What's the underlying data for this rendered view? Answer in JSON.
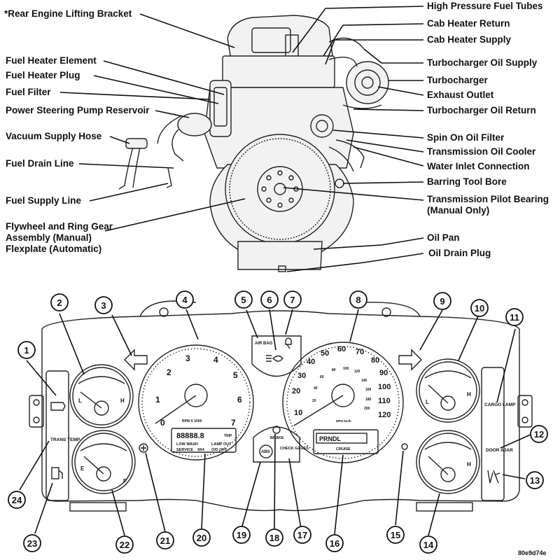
{
  "engine_labels": {
    "rear_engine_lifting_bracket": "*Rear Engine Lifting Bracket",
    "high_pressure_fuel_tubes": "High Pressure Fuel Tubes",
    "cab_heater_return": "Cab Heater Return",
    "cab_heater_supply": "Cab Heater Supply",
    "fuel_heater_element": "Fuel Heater Element",
    "turbocharger_oil_supply": "Turbocharger Oil Supply",
    "fuel_heater_plug": "Fuel Heater Plug",
    "turbocharger": "Turbocharger",
    "fuel_filter": "Fuel Filter",
    "exhaust_outlet": "Exhaust Outlet",
    "power_steering_pump_reservoir": "Power Steering Pump Reservoir",
    "turbocharger_oil_return": "Turbocharger Oil Return",
    "vacuum_supply_hose": "Vacuum Supply Hose",
    "spin_on_oil_filter": "Spin On Oil Filter",
    "transmission_oil_cooler": "Transmission Oil Cooler",
    "fuel_drain_line": "Fuel Drain Line",
    "water_inlet_connection": "Water Inlet Connection",
    "barring_tool_bore": "Barring Tool Bore",
    "fuel_supply_line": "Fuel Supply Line",
    "transmission_pilot_bearing_1": "Transmission Pilot Bearing",
    "transmission_pilot_bearing_2": "(Manual Only)",
    "flywheel_1": "Flywheel and Ring Gear",
    "flywheel_2": "Assembly (Manual)",
    "flywheel_3": "Flexplate (Automatic)",
    "oil_pan": "Oil Pan",
    "oil_drain_plug": "Oil Drain Plug"
  },
  "callouts": [
    "1",
    "2",
    "3",
    "4",
    "5",
    "6",
    "7",
    "8",
    "9",
    "10",
    "11",
    "12",
    "13",
    "14",
    "15",
    "16",
    "17",
    "18",
    "19",
    "20",
    "21",
    "22",
    "23",
    "24"
  ],
  "cluster": {
    "tach_ticks": [
      "0",
      "1",
      "2",
      "3",
      "4",
      "5",
      "6",
      "7"
    ],
    "tach_unit": "RPM X 1000",
    "odometer": "88888.8",
    "trip": "TRIP",
    "lcd_row1_left": "LOW WASH",
    "lcd_row1_right": "LAMP OUT",
    "lcd_row2_left": "SERVICE",
    "lcd_row2_mid": "4X4",
    "lcd_row2_right": "O/D OFF",
    "air_bag": "AIR BAG",
    "brake": "BRAKE",
    "abs": "ABS",
    "check_gages": "CHECK GAGES",
    "mph_ticks": [
      "10",
      "20",
      "30",
      "40",
      "50",
      "60",
      "70",
      "80",
      "90",
      "100",
      "110",
      "120"
    ],
    "kmh_ticks": [
      "20",
      "40",
      "60",
      "80",
      "100",
      "120",
      "140",
      "160",
      "180",
      "200"
    ],
    "speed_unit": "MPH km/h",
    "cruise": "CRUISE",
    "cruise_lcd": "PRNDL",
    "trans_temp": "TRANS TEMP",
    "cargo_lamp": "CARGO LAMP",
    "door_ajar": "DOOR AJAR",
    "gauge_low": "L",
    "gauge_high": "H",
    "fuel_empty": "E",
    "fuel_full": "F",
    "image_code": "80e9d74e"
  }
}
